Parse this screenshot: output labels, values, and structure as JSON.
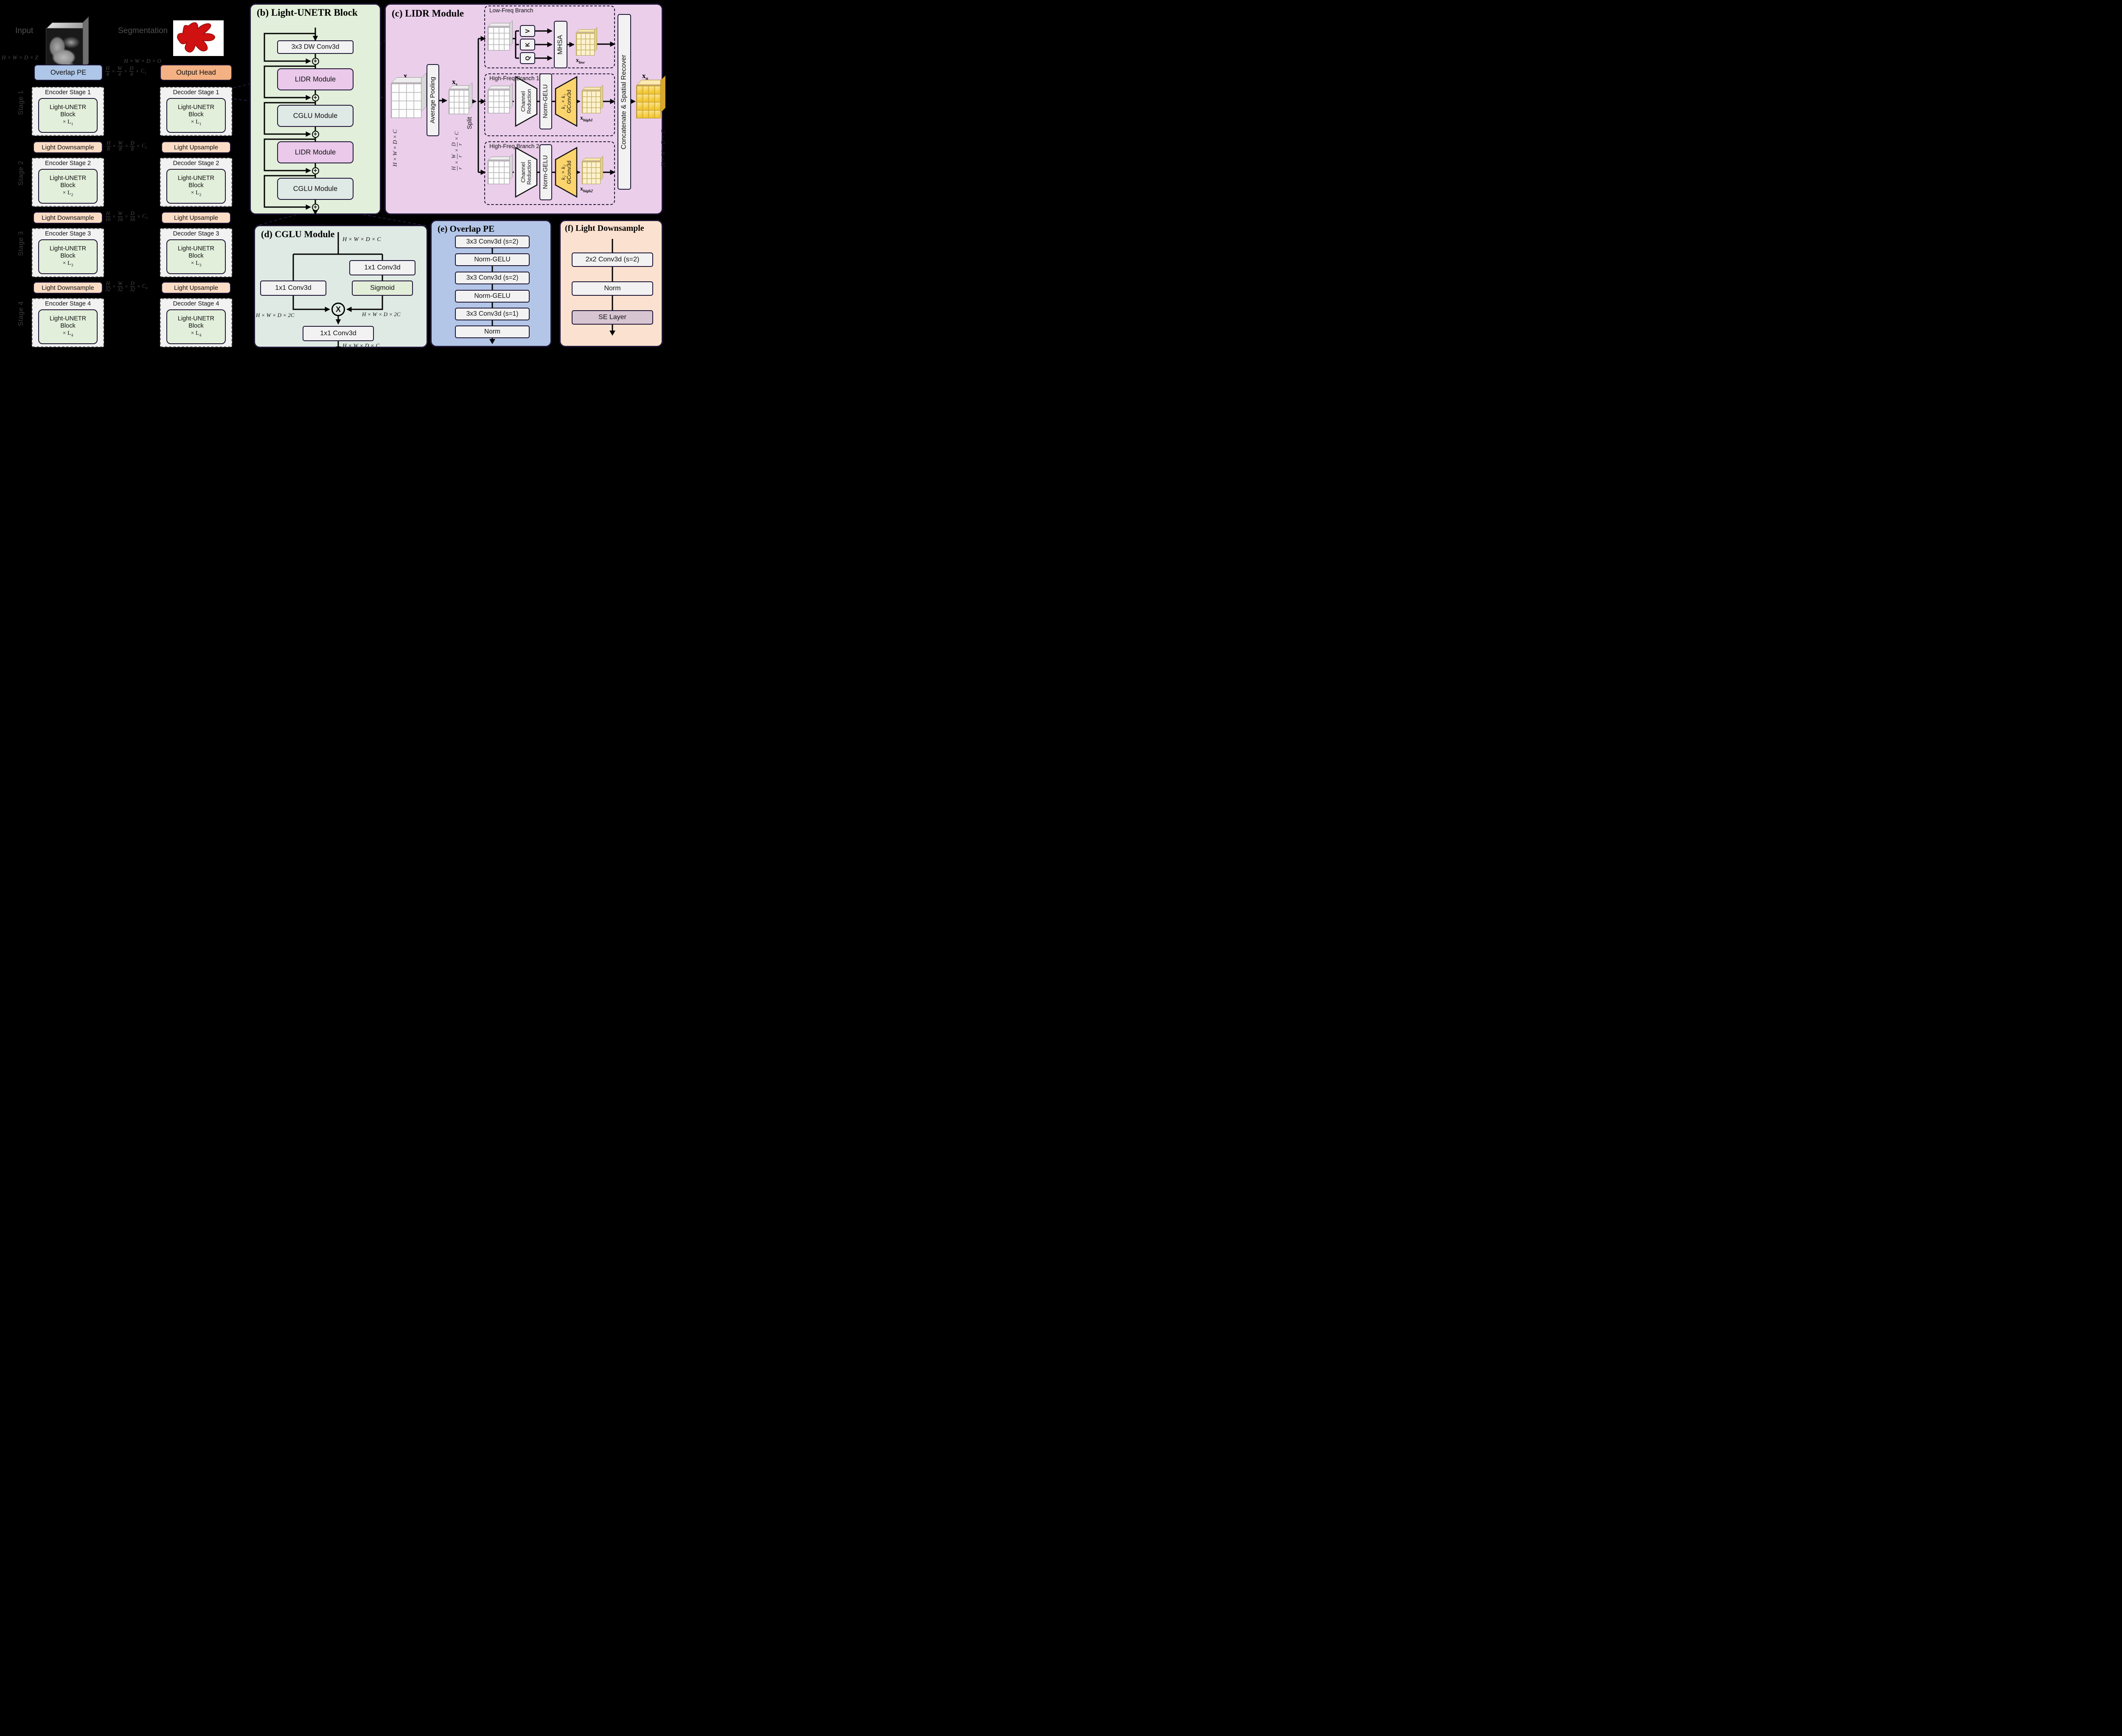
{
  "colors": {
    "background": "#000000",
    "panel_b_bg": "#e2efda",
    "panel_c_bg": "#eaceea",
    "panel_d_bg": "#dfeae4",
    "panel_e_bg": "#b3c6e7",
    "panel_f_bg": "#fbe2d0",
    "lidr_box": "#eac9ea",
    "cglu_box": "#dfe9e6",
    "overlap_pe": "#aec6e8",
    "output_head": "#f4b183",
    "down_up_sample": "#fbdcc5",
    "stage_inner": "#e2efda",
    "yellow_conv": "#fbd46d",
    "se_layer": "#d8c5d2",
    "sigmoid": "#e3eed8"
  },
  "icons": {
    "plus": "+",
    "multiply": "X"
  },
  "math": {
    "H": "H",
    "W": "W",
    "D": "D",
    "times": "×"
  },
  "left": {
    "input_label": "Input",
    "segmentation_label": "Segmentation",
    "input_dim": "H × W × D × Z",
    "output_dim": "H × W × D × O",
    "overlap_pe": "Overlap PE",
    "output_head": "Output Head",
    "downsample": "Light Downsample",
    "upsample": "Light Upsample",
    "channel": "C",
    "block": {
      "line1": "Light-UNETR",
      "line2": "Block",
      "mult": "× L"
    },
    "encoder_stages": [
      {
        "title": "Encoder Stage 1",
        "sub": "1"
      },
      {
        "title": "Encoder Stage 2",
        "sub": "2"
      },
      {
        "title": "Encoder Stage 3",
        "sub": "3"
      },
      {
        "title": "Encoder Stage 4",
        "sub": "4"
      }
    ],
    "decoder_stages": [
      {
        "title": "Decoder Stage 1",
        "sub": "1"
      },
      {
        "title": "Decoder Stage 2",
        "sub": "2"
      },
      {
        "title": "Decoder Stage 3",
        "sub": "3"
      },
      {
        "title": "Decoder Stage 4",
        "sub": "4"
      }
    ],
    "stage_labels": [
      "Stage 1",
      "Stage 2",
      "Stage 3",
      "Stage 4"
    ],
    "scales": [
      {
        "den": "4",
        "csub": "1"
      },
      {
        "den": "8",
        "csub": "2"
      },
      {
        "den": "16",
        "csub": "3"
      },
      {
        "den": "32",
        "csub": "4"
      }
    ]
  },
  "panel_b": {
    "title": "(b) Light-UNETR Block",
    "boxes": [
      "3x3 DW Conv3d",
      "LIDR Module",
      "CGLU Module",
      "LIDR Module",
      "CGLU Module"
    ]
  },
  "panel_c": {
    "title": "(c) LIDR Module",
    "avg_pool": "Average Pooling",
    "split": "Split",
    "concat": "Concatenate & Spatial Recover",
    "dim": "H × W × D × C",
    "r": "r",
    "channel": "C",
    "x_in": "x",
    "x_s": {
      "base": "x",
      "sub": "s"
    },
    "x_out": {
      "base": "x",
      "sub": "o"
    },
    "low": {
      "label": "Low-Freq Branch",
      "v": "V",
      "k": "K",
      "q": "Q",
      "mhsa": "MHSA",
      "out": {
        "base": "x",
        "sub": "low"
      }
    },
    "hf1": {
      "label": "High-Freq Branch 1",
      "cr1": "Channel",
      "cr2": "Reduction",
      "ng": "Norm-GELU",
      "k": "k₁ × k₁",
      "gc": "GConv3d",
      "out": {
        "base": "x",
        "sub": "high1"
      }
    },
    "hf2": {
      "label": "High-Freq Branch 2",
      "cr1": "Channel",
      "cr2": "Reduction",
      "ng": "Norm-GELU",
      "k": "k₂ × k₂",
      "gc": "GConv3d",
      "out": {
        "base": "x",
        "sub": "high2"
      }
    }
  },
  "panel_d": {
    "title": "(d) CGLU Module",
    "conv_left": "1x1 Conv3d",
    "conv_right": "1x1 Conv3d",
    "conv_out": "1x1 Conv3d",
    "sigmoid": "Sigmoid",
    "dim_in": "H × W × D × C",
    "dim_2c_left": "H × W × D × 2C",
    "dim_2c_right": "H × W × D × 2C",
    "dim_out": "H × W × D × C"
  },
  "panel_e": {
    "title": "(e) Overlap PE",
    "boxes": [
      "3x3 Conv3d (s=2)",
      "Norm-GELU",
      "3x3 Conv3d (s=2)",
      "Norm-GELU",
      "3x3 Conv3d (s=1)",
      "Norm"
    ]
  },
  "panel_f": {
    "title": "(f) Light Downsample",
    "boxes": [
      "2x2 Conv3d (s=2)",
      "Norm",
      "SE Layer"
    ]
  }
}
